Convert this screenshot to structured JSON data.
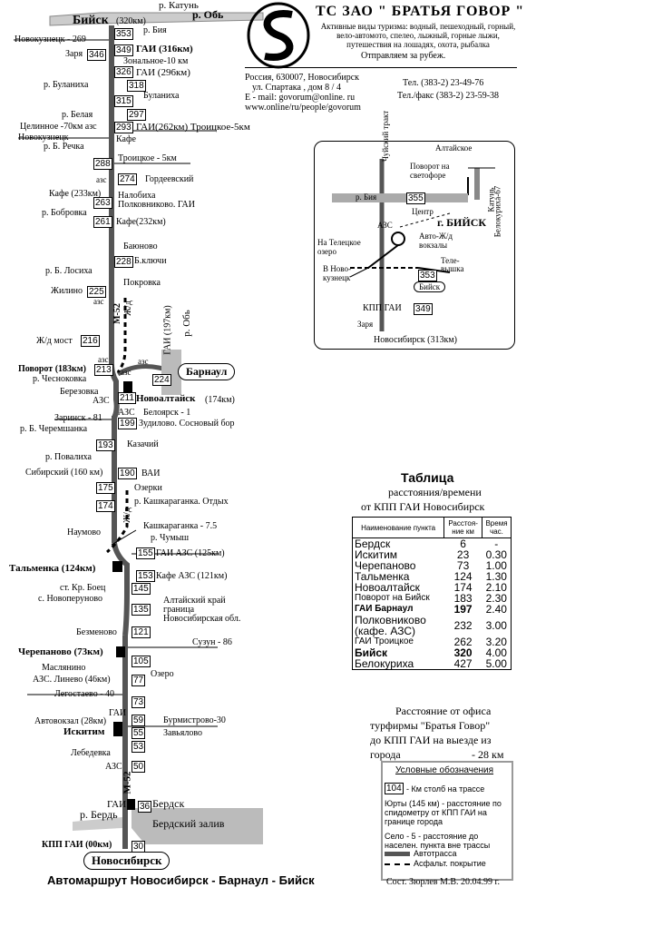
{
  "header": {
    "company": "ТС ЗАО \" БРАТЬЯ  ГОВОР \"",
    "activities": "Активные виды туризма: водный, пешеходный, горный, вело-автомото, спелео, лыжный, горные лыжи, путешествия на лошадях, охота, рыбалка",
    "abroad": "Отправляем за рубеж.",
    "address1": "Россия, 630007, Новосибирск",
    "address2": "ул.  Спартака ,  дом    8  /  4",
    "email": "E - mail: govorum@online. ru",
    "web": "www.online/ru/people/govorum",
    "phone": "Тел. (383-2) 23-49-76",
    "fax": "Тел./факс (383-2) 23-59-38"
  },
  "route": {
    "top": {
      "biysk": "Бийск",
      "biysk_km": "(320км)",
      "katun": "р. Катунь",
      "ob": "р. Обь",
      "biya": "р. Бия"
    },
    "km_posts": {
      "p353": "353",
      "p349": "349",
      "p346": "346",
      "p326": "326",
      "p318": "318",
      "p315": "315",
      "p297": "297",
      "p293": "293",
      "p288": "288",
      "p274": "274",
      "p263": "263",
      "p261": "261",
      "p228": "228",
      "p225": "225",
      "p224": "224",
      "p216": "216",
      "p213": "213",
      "p211": "211",
      "p199": "199",
      "p193": "193",
      "p190": "190",
      "p175": "175",
      "p174": "174",
      "p155": "155",
      "p153": "153",
      "p145": "145",
      "p135": "135",
      "p121": "121",
      "p105": "105",
      "p77": "77",
      "p73": "73",
      "p59": "59",
      "p55": "55",
      "p53": "53",
      "p50": "50",
      "p36": "36",
      "p30": "30"
    },
    "labels": {
      "novokuznetsk269": "Новокузнецк - 269",
      "zarya": "Заря",
      "gai316": "ГАИ (316км)",
      "zonalnoe": "Зональное-10 км",
      "gai296": "ГАИ (296км)",
      "bulanikha_r": "р. Буланиха",
      "bulanikha": "Буланиха",
      "belaya": "р. Белая",
      "tselinnoe": "Целинное -70км  азс",
      "novokuznetsk": "Новокузнецк",
      "gai262": "ГАИ(262км)  Троицкое-5км",
      "cafe1": "Кафе",
      "b_rechka": "р. Б. Речка",
      "troitskoe": "Троицкое - 5км",
      "azs1": "азс",
      "gordeevsky": "Гордеевский",
      "cafe233": "Кафе (233км)",
      "nalobikha": "Налобиха",
      "polkovnikovo_gai": "Полковниково. ГАИ",
      "bobrovka": "р. Бобровка",
      "cafe232": "Кафе(232км)",
      "bakonovo": "Баюново",
      "b_losikha": "р. Б. Лосиха",
      "b_klyuchi": "Б.ключи",
      "pokrovka": "Покровка",
      "zhilino": "Жилино",
      "azs2": "азс",
      "m52_top": "М-52",
      "zhd": "Ж/д",
      "gai197": "ГАИ (197км)",
      "ob2": "р. Обь",
      "zhd_most": "Ж/д мост",
      "azs3": "азс",
      "povorot183": "Поворот (183км)",
      "chesnokovka": "р. Чесноковка",
      "azs4": "азс",
      "azs5": "азс",
      "barnaul": "Барнаул",
      "berezovka": "Березовка",
      "azs6": "АЗС",
      "novoaltaysk": "Новоалтайск",
      "novoaltaysk_km": "(174км)",
      "azs7": "АЗС",
      "belojarsk": "Белоярск - 1",
      "zarinsk": "Заринск - 81",
      "zudilovo": "Зудилово. Сосновый бор",
      "b_cheremshanka": "р. Б. Черемшанка",
      "kazachiy": "Казачий",
      "povalikha": "р. Повалиха",
      "sibirsky": "Сибирский (160 км)",
      "vai": "ВАИ",
      "ozerki": "Озерки",
      "kashkaraganka_otdyh": "р. Кашкараганка. Отдых",
      "zhd2": "Ж/д",
      "kashkaraganka": "Кашкараганка - 7.5",
      "naumovo": "Наумово",
      "chumysh": "р. Чумыш",
      "gai_azs125": "ГАИ АЗС (125км)",
      "talmenka": "Тальменка (124км)",
      "cafe_azs121": "Кафе АЗС (121км)",
      "kr_boets": "ст. Кр. Боец",
      "noveperunovo": "с. Новоперуново",
      "altai_border": "Алтайский край",
      "granitsa": "граница",
      "nsk_obl": "Новосибирская обл.",
      "bezmenovo": "Безменово",
      "suzun": "Сузун - 86",
      "cherepanovo": "Черепаново (73км)",
      "maslyanino": "Маслянино",
      "azs_linevo": "АЗС. Линево (46км)",
      "ozero": "Озеро",
      "legostaevo": "Легостаево - 40",
      "gai2": "ГАИ",
      "avtovokzal": "Автовокзал (28км)",
      "burmistrovo": "Бурмистрово-30",
      "iskitim": "Искитим",
      "zavyalovo": "Завьялово",
      "lebedevka": "Лебедевка",
      "azs8": "АЗС",
      "m52_bot": "М-52",
      "gai3": "ГАИ",
      "berdsk": "Бердск",
      "berd": "р. Бердь",
      "berdsky_zaliv": "Бердский залив",
      "kpp": "КПП ГАИ (00км)",
      "novosibirsk": "Новосибирск"
    },
    "bottom_title": "Автомаршрут Новосибирск - Барнаул  - Бийск"
  },
  "inset": {
    "chuysky": "Чуйский тракт",
    "altaiskoe": "Алтайское",
    "povorot_svetofor": "Поворот на светофоре",
    "katun": "Катунь",
    "belokurikha": "Белокуриха-67",
    "biya": "р. Бия",
    "p355": "355",
    "center": "Центр",
    "azs": "АЗС",
    "city": "г. БИЙСК",
    "avto_zhd": "Авто-Ж/д вокзалы",
    "teletskoe": "На Телецкое озеро",
    "novokuznetsk": "В Ново-кузнецк",
    "televyshka": "Теле-вышка",
    "p353": "353",
    "biysk": "Бийск",
    "kpp": "КПП ГАИ",
    "p349": "349",
    "zarya": "Заря",
    "novosibirsk": "Новосибирск (313км)"
  },
  "table": {
    "title": "Таблица",
    "subtitle1": "расстояния/времени",
    "subtitle2": "от КПП ГАИ Новосибирск",
    "headers": [
      "Наименование пункта",
      "Расстоя-ние км",
      "Время час."
    ],
    "rows": [
      [
        "Бердск",
        "6",
        "-"
      ],
      [
        "Искитим",
        "23",
        "0.30"
      ],
      [
        "Черепаново",
        "73",
        "1.00"
      ],
      [
        "Тальменка",
        "124",
        "1.30"
      ],
      [
        "Новоалтайск",
        "174",
        "2.10"
      ],
      [
        "Поворот на Бийск",
        "183",
        "2.30"
      ],
      [
        "ГАИ Барнаул",
        "197",
        "2.40"
      ],
      [
        "Полковниково (кафе. АЗС)",
        "232",
        "3.00"
      ],
      [
        "ГАИ Троицкое",
        "262",
        "3.20"
      ],
      [
        "Бийск",
        "320",
        "4.00"
      ],
      [
        "Белокуриха",
        "427",
        "5.00"
      ]
    ]
  },
  "office_note": {
    "line1": "Расстояние от офиса",
    "line2": "турфирмы \"Братья Говор\"",
    "line3": "до КПП ГАИ на выезде из",
    "line4": "города",
    "line4b": "- 28 км"
  },
  "legend": {
    "title": "Условные обозначения",
    "km_post": "104",
    "km_post_text": "- Км столб на трассе",
    "yurty": "Юрты (145 км) - расстояние по спидометру от КПП ГАИ на границе города",
    "selo": "Село - 5 - расстояние до населен. пункта вне трассы",
    "highway": "Автотрасса",
    "asphalt": "Асфальт. покрытие"
  },
  "author": "Сост. Зюрлев М.В. 20.04.99 г."
}
